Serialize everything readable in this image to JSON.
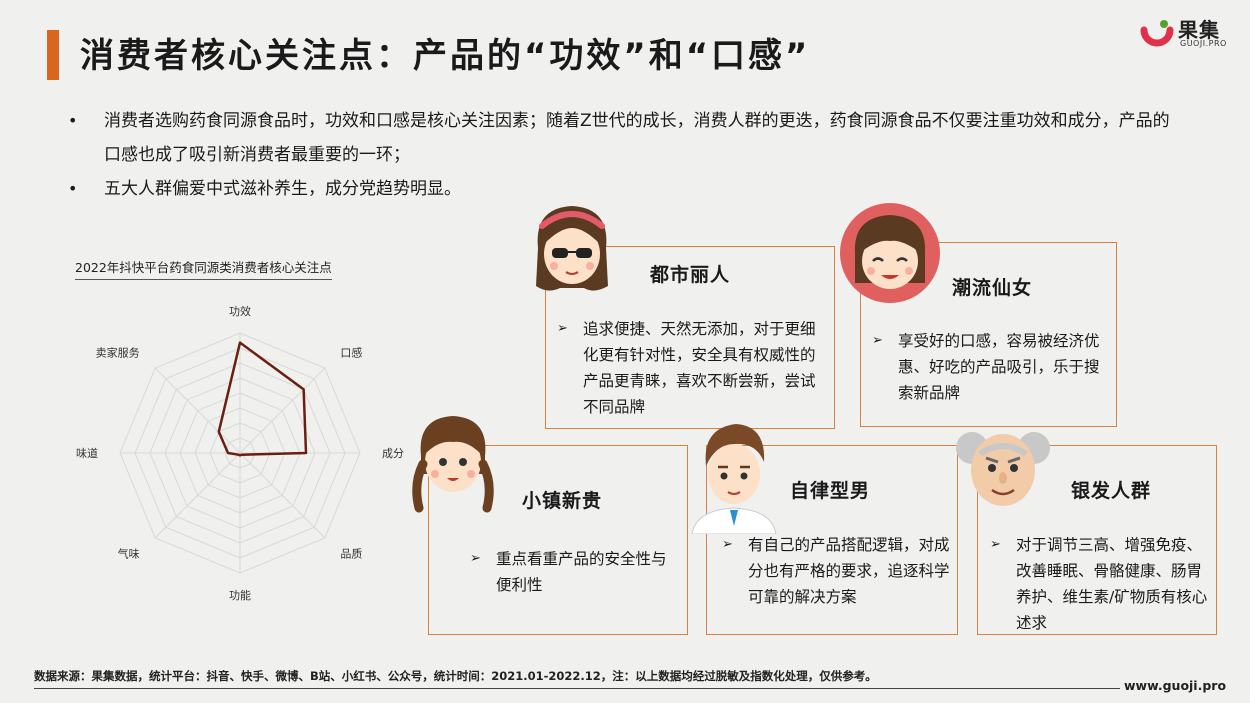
{
  "header": {
    "title": "消费者核心关注点：产品的“功效”和“口感”",
    "logo_name": "果集",
    "logo_sub": "GUOJI.PRO",
    "accent_color": "#d9661f"
  },
  "bullets": [
    "消费者选购药食同源食品时，功效和口感是核心关注因素；随着Z世代的成长，消费人群的更迭，药食同源食品不仅要注重功效和成分，产品的口感也成了吸引新消费者最重要的一环；",
    "五大人群偏爱中式滋补养生，成分党趋势明显。"
  ],
  "chart_data": {
    "type": "radar",
    "title": "2022年抖快平台药食同源类消费者核心关注点",
    "axes": [
      "功效",
      "口感",
      "成分",
      "品质",
      "功能",
      "气味",
      "味道",
      "卖家服务"
    ],
    "values": [
      0.92,
      0.75,
      0.55,
      0.02,
      0.02,
      0.02,
      0.1,
      0.25
    ],
    "range": [
      0,
      1
    ],
    "line_color": "#6b1f0e",
    "grid_color": "#d8d8d8"
  },
  "personas": [
    {
      "name": "都市丽人",
      "desc": "追求便捷、天然无添加，对于更细化更有针对性，安全具有权威性的产品更青睐，喜欢不断尝新，尝试不同品牌"
    },
    {
      "name": "潮流仙女",
      "desc": "享受好的口感，容易被经济优惠、好吃的产品吸引，乐于搜索新品牌"
    },
    {
      "name": "小镇新贵",
      "desc": "重点看重产品的安全性与便利性"
    },
    {
      "name": "自律型男",
      "desc": "有自己的产品搭配逻辑，对成分也有严格的要求，追逐科学可靠的解决方案"
    },
    {
      "name": "银发人群",
      "desc": "对于调节三高、增强免疫、改善睡眠、骨骼健康、肠胃养护、维生素/矿物质有核心述求"
    }
  ],
  "icons": {
    "arrow": "arrow-right-icon"
  },
  "footer": {
    "source": "数据来源：果集数据，统计平台：抖音、快手、微博、B站、小红书、公众号，统计时间：2021.01-2022.12，注：以上数据均经过脱敏及指数化处理，仅供参考。",
    "url": "www.guoji.pro"
  }
}
